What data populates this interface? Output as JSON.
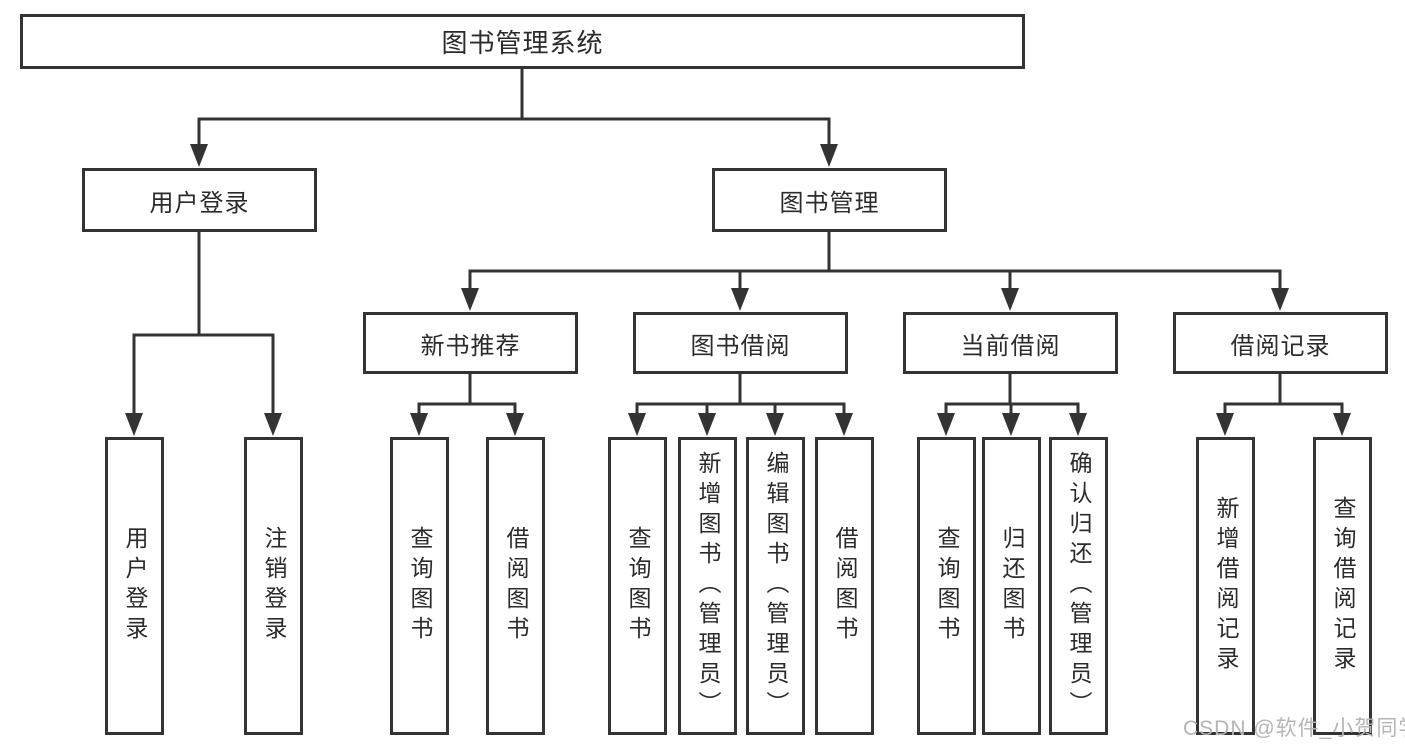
{
  "colors": {
    "line": "#333333",
    "text": "#2b2b2b",
    "box_fill": "#ffffff",
    "watermark": "#b5b5b5",
    "background": "#ffffff"
  },
  "watermark": {
    "text": "CSDN @软件_小贺同学"
  },
  "tree": {
    "root": {
      "label": "图书管理系统"
    },
    "branches": [
      {
        "label": "用户登录",
        "leaves": [
          {
            "label": "用户登录"
          },
          {
            "label": "注销登录"
          }
        ]
      },
      {
        "label": "图书管理",
        "groups": [
          {
            "label": "新书推荐",
            "leaves": [
              {
                "label": "查询图书"
              },
              {
                "label": "借阅图书"
              }
            ]
          },
          {
            "label": "图书借阅",
            "leaves": [
              {
                "label": "查询图书"
              },
              {
                "label": "新增图书（管理员）"
              },
              {
                "label": "编辑图书（管理员）"
              },
              {
                "label": "借阅图书"
              }
            ]
          },
          {
            "label": "当前借阅",
            "leaves": [
              {
                "label": "查询图书"
              },
              {
                "label": "归还图书"
              },
              {
                "label": "确认归还（管理员）"
              }
            ]
          },
          {
            "label": "借阅记录",
            "leaves": [
              {
                "label": "新增借阅记录"
              },
              {
                "label": "查询借阅记录"
              }
            ]
          }
        ]
      }
    ]
  }
}
